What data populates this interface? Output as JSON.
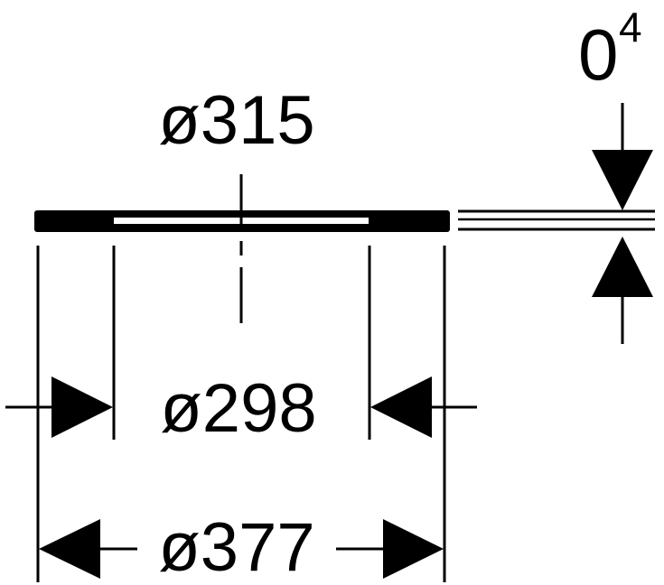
{
  "dimensions": {
    "inner_gap_diameter": "ø315",
    "inner_diameter": "ø298",
    "outer_diameter": "ø377",
    "thickness_base": "0",
    "thickness_superscript": "4"
  },
  "colors": {
    "line": "#000000",
    "background": "#ffffff"
  }
}
